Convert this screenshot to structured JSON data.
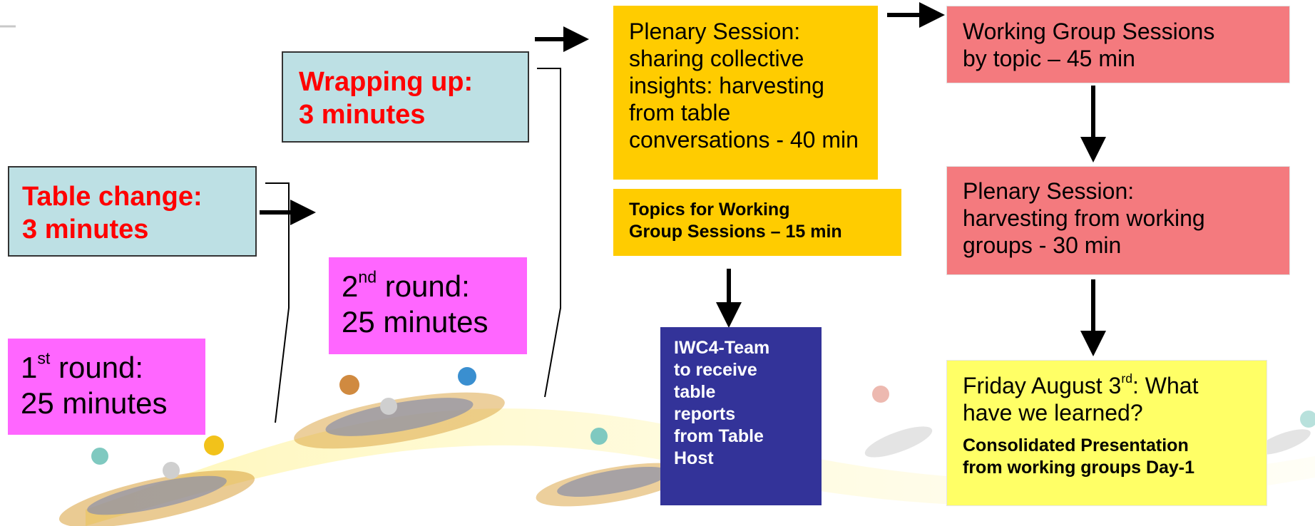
{
  "table_change": {
    "line1": "Table change:",
    "line2": "3 minutes"
  },
  "wrapping_up": {
    "line1": "Wrapping up:",
    "line2": "3 minutes"
  },
  "round1": {
    "num": "1",
    "sup": "st",
    "rest": " round:",
    "line2": "25 minutes"
  },
  "round2": {
    "num": "2",
    "sup": "nd",
    "rest": " round:",
    "line2": "25 minutes"
  },
  "plenary1": {
    "lines": [
      "Plenary Session:",
      "sharing collective",
      "insights: harvesting",
      "from table",
      "conversations - 40 min"
    ]
  },
  "topics": {
    "lines": [
      "Topics for Working",
      "Group Sessions – 15 min"
    ]
  },
  "iwc_team": {
    "lines": [
      "IWC4-Team",
      "to receive",
      "table",
      "reports",
      "from Table",
      "Host"
    ]
  },
  "working_groups": {
    "lines": [
      "Working Group Sessions",
      "by topic – 45 min"
    ]
  },
  "plenary2": {
    "lines": [
      "Plenary Session:",
      "harvesting from working",
      "groups - 30 min"
    ]
  },
  "friday": {
    "line1_pre": "Friday August 3",
    "line1_sup": "rd",
    "line1_post": ": What",
    "line2": "have we learned?",
    "sub_lines": [
      "Consolidated Presentation",
      "from working groups Day-1"
    ]
  },
  "colors": {
    "teal_box": "#bde0e4",
    "pink_box": "#ff66ff",
    "orange_box": "#ffcc00",
    "red_box": "#f47a7e",
    "yellow_box": "#ffff66",
    "navy_box": "#333399",
    "emphasis_text": "#ff0000"
  }
}
